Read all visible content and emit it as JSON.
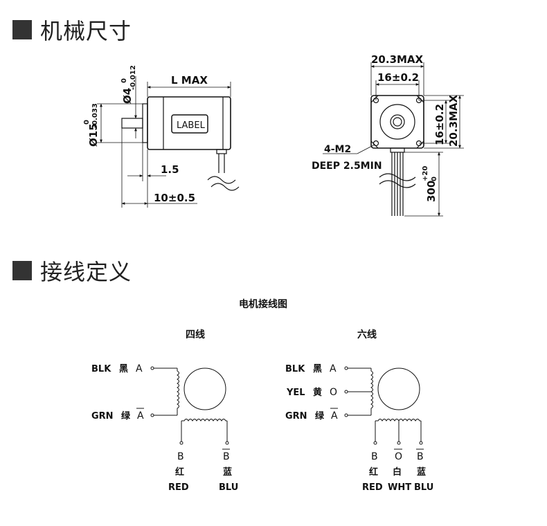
{
  "sections": {
    "dimensions_title": "机械尺寸",
    "wiring_title": "接线定义"
  },
  "dim": {
    "l_max": "L MAX",
    "shaft_dia_base": "Ø4",
    "shaft_dia_sup": "0",
    "shaft_dia_sub": "-0.012",
    "boss_dia_base": "Ø15",
    "boss_dia_sup": "0",
    "boss_dia_sub": "-0.033",
    "label": "LABEL",
    "boss_len": "1.5",
    "shaft_len": "10±0.5",
    "width_max": "20.3MAX",
    "hole_spacing": "16±0.2",
    "hole_spacing_v": "16±0.2",
    "height_max": "20.3MAX",
    "holes": "4-M2",
    "deep": "DEEP 2.5MIN",
    "lead_base": "300",
    "lead_sup": "+20",
    "lead_sub": "0"
  },
  "wiring": {
    "title": "电机接线图",
    "four": {
      "title": "四线",
      "left": [
        {
          "color": "BLK",
          "cn": "黑",
          "phase": "A"
        },
        {
          "color": "GRN",
          "cn": "绿",
          "phase": "A"
        }
      ],
      "bottom": [
        {
          "phase": "B",
          "cn": "红",
          "color": "RED"
        },
        {
          "phase": "B",
          "cn": "蓝",
          "color": "BLU"
        }
      ]
    },
    "six": {
      "title": "六线",
      "left": [
        {
          "color": "BLK",
          "cn": "黑",
          "phase": "A"
        },
        {
          "color": "YEL",
          "cn": "黄",
          "phase": "O"
        },
        {
          "color": "GRN",
          "cn": "绿",
          "phase": "A"
        }
      ],
      "bottom": [
        {
          "phase": "B",
          "cn": "红",
          "color": "RED"
        },
        {
          "phase": "O",
          "cn": "白",
          "color": "WHT"
        },
        {
          "phase": "B",
          "cn": "蓝",
          "color": "BLU"
        }
      ]
    }
  }
}
